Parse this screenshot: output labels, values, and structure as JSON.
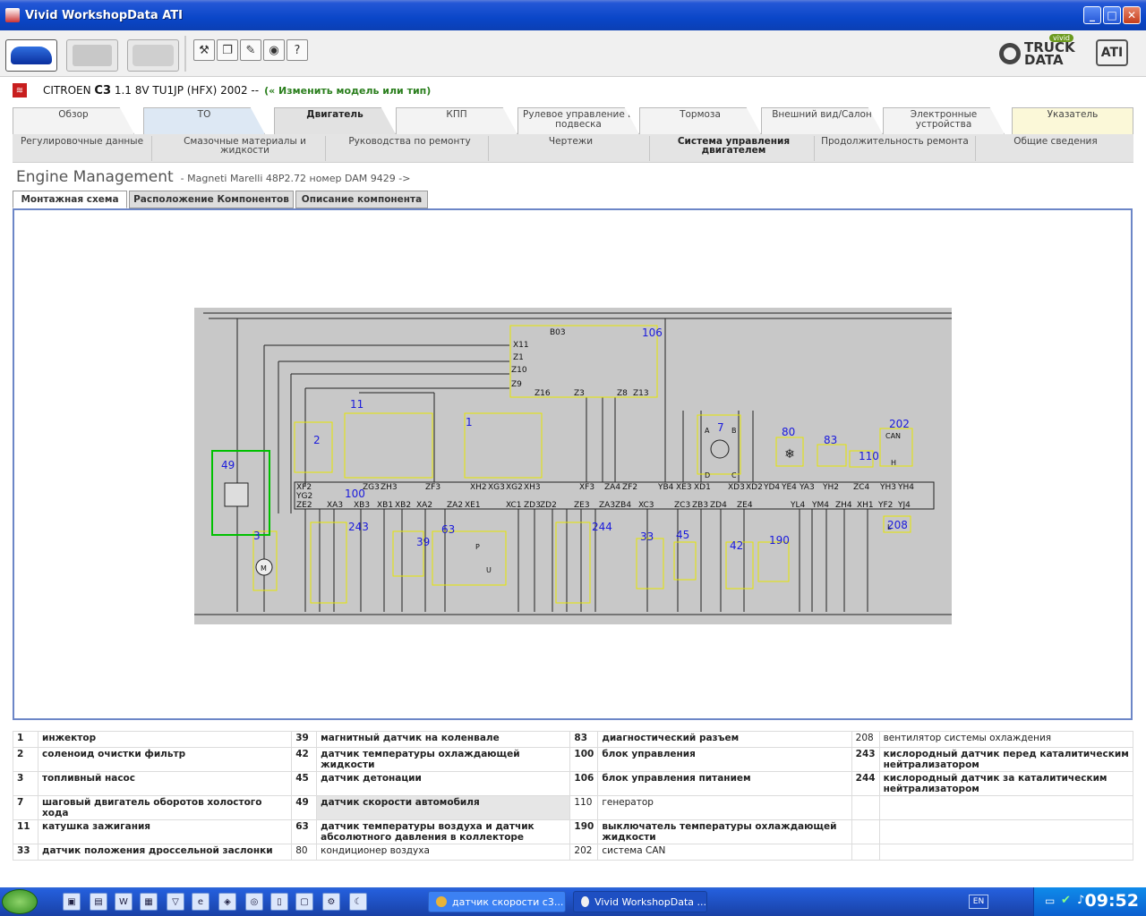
{
  "window": {
    "title": "Vivid WorkshopData ATI",
    "buttons": [
      "_",
      "□",
      "✕"
    ]
  },
  "logo": {
    "brand_text_1": "TRUCK",
    "brand_text_2": "DATA",
    "badge_text": "vivid",
    "ati_label": "ATI"
  },
  "model": {
    "brand_icon_glyph": "≋",
    "make": "CITROEN",
    "model": "C3",
    "variant": "1.1 8V TU1JP (HFX) 2002 --",
    "change_link": "(« Изменить модель или тип)"
  },
  "main_tabs": [
    {
      "label": "Обзор"
    },
    {
      "label": "ТО"
    },
    {
      "label": "Двигатель"
    },
    {
      "label": "КПП"
    },
    {
      "label": "Рулевое управление и подвеска"
    },
    {
      "label": "Тормоза"
    },
    {
      "label": "Внешний вид/Салон"
    },
    {
      "label": "Электронные устройства"
    },
    {
      "label": "Указатель"
    }
  ],
  "sub_tabs": [
    {
      "label": "Регулировочные данные"
    },
    {
      "label": "Смазочные материалы и жидкости"
    },
    {
      "label": "Руководства по ремонту"
    },
    {
      "label": "Чертежи"
    },
    {
      "label": "Система управления двигателем"
    },
    {
      "label": "Продолжительность ремонта"
    },
    {
      "label": "Общие сведения"
    }
  ],
  "page": {
    "title": "Engine Management",
    "subtitle": "- Magneti Marelli 48P2.72 номер DAM 9429 ->"
  },
  "diagram_tabs": [
    {
      "label": "Монтажная схема"
    },
    {
      "label": "Расположение Компонентов"
    },
    {
      "label": "Описание компонента"
    }
  ],
  "diagram": {
    "component_numbers": [
      "49",
      "2",
      "11",
      "1",
      "106",
      "7",
      "80",
      "83",
      "110",
      "202",
      "100",
      "3",
      "243",
      "39",
      "63",
      "244",
      "33",
      "45",
      "42",
      "190",
      "208"
    ],
    "connectors_top": [
      "XF2",
      "YG2",
      "ZE2",
      "ZG3",
      "ZH3",
      "ZF3",
      "XH2",
      "XG3",
      "XG2",
      "XH3",
      "XF3",
      "ZA4",
      "ZF2",
      "YB4",
      "XE3",
      "XD1",
      "XD3",
      "XD2",
      "YD4",
      "YE4",
      "YA3",
      "YH2",
      "ZC4",
      "YH3",
      "YH4"
    ],
    "connectors_bottom": [
      "XA3",
      "XB3",
      "XB1",
      "XB2",
      "XA2",
      "ZA2",
      "XE1",
      "XC1",
      "ZD3",
      "ZD2",
      "ZE3",
      "ZA3",
      "ZB4",
      "XC3",
      "ZC3",
      "ZB3",
      "ZD4",
      "ZE4",
      "YL4",
      "YM4",
      "ZH4",
      "XH1",
      "YF2",
      "YJ4"
    ],
    "relay_pins": [
      "B03",
      "X11",
      "Z1",
      "Z10",
      "Z9",
      "Z16",
      "Z3",
      "Z8",
      "Z13"
    ],
    "misc_labels": [
      "CAN",
      "M",
      "P",
      "U",
      "A",
      "B",
      "C",
      "D",
      "H",
      "L"
    ]
  },
  "legend": [
    [
      {
        "num": "1",
        "text": "инжектор",
        "bold": true
      },
      {
        "num": "39",
        "text": "магнитный датчик на коленвале",
        "bold": true
      },
      {
        "num": "83",
        "text": "диагностический разъем",
        "bold": true
      },
      {
        "num": "208",
        "text": "вентилятор системы охлаждения",
        "bold": false
      }
    ],
    [
      {
        "num": "2",
        "text": "соленоид очистки фильтр",
        "bold": true
      },
      {
        "num": "42",
        "text": "датчик температуры охлаждающей жидкости",
        "bold": true
      },
      {
        "num": "100",
        "text": "блок управления",
        "bold": true
      },
      {
        "num": "243",
        "text": "кислородный датчик перед каталитическим нейтрализатором",
        "bold": true
      }
    ],
    [
      {
        "num": "3",
        "text": "топливный насос",
        "bold": true
      },
      {
        "num": "45",
        "text": "датчик детонации",
        "bold": true
      },
      {
        "num": "106",
        "text": "блок управления питанием",
        "bold": true
      },
      {
        "num": "244",
        "text": "кислородный датчик за каталитическим нейтрализатором",
        "bold": true
      }
    ],
    [
      {
        "num": "7",
        "text": "шаговый двигатель оборотов холостого хода",
        "bold": true
      },
      {
        "num": "49",
        "text": "датчик скорости автомобиля",
        "bold": true,
        "hl": true
      },
      {
        "num": "110",
        "text": "генератор",
        "bold": false
      },
      {
        "num": "",
        "text": "",
        "bold": false
      }
    ],
    [
      {
        "num": "11",
        "text": "катушка зажигания",
        "bold": true
      },
      {
        "num": "63",
        "text": "датчик температуры воздуха и датчик абсолютного давления в коллекторе",
        "bold": true
      },
      {
        "num": "190",
        "text": "выключатель температуры охлаждающей жидкости",
        "bold": true
      },
      {
        "num": "",
        "text": "",
        "bold": false
      }
    ],
    [
      {
        "num": "33",
        "text": "датчик положения дроссельной заслонки",
        "bold": true
      },
      {
        "num": "80",
        "text": "кондиционер воздуха",
        "bold": false
      },
      {
        "num": "202",
        "text": "система CAN",
        "bold": false
      },
      {
        "num": "",
        "text": "",
        "bold": false
      }
    ]
  ],
  "taskbar": {
    "items": [
      {
        "label": "датчик скорости с3..."
      },
      {
        "label": "Vivid WorkshopData ..."
      }
    ],
    "language": "EN",
    "clock": "09:52"
  },
  "colors": {
    "accent_blue": "#0a46c8",
    "component_yellow": "#e6e600",
    "highlight_green": "#00c000",
    "diagram_bg": "#c8c8c8",
    "label_blue": "#1a1adc",
    "link_green": "#2b7f1e"
  }
}
